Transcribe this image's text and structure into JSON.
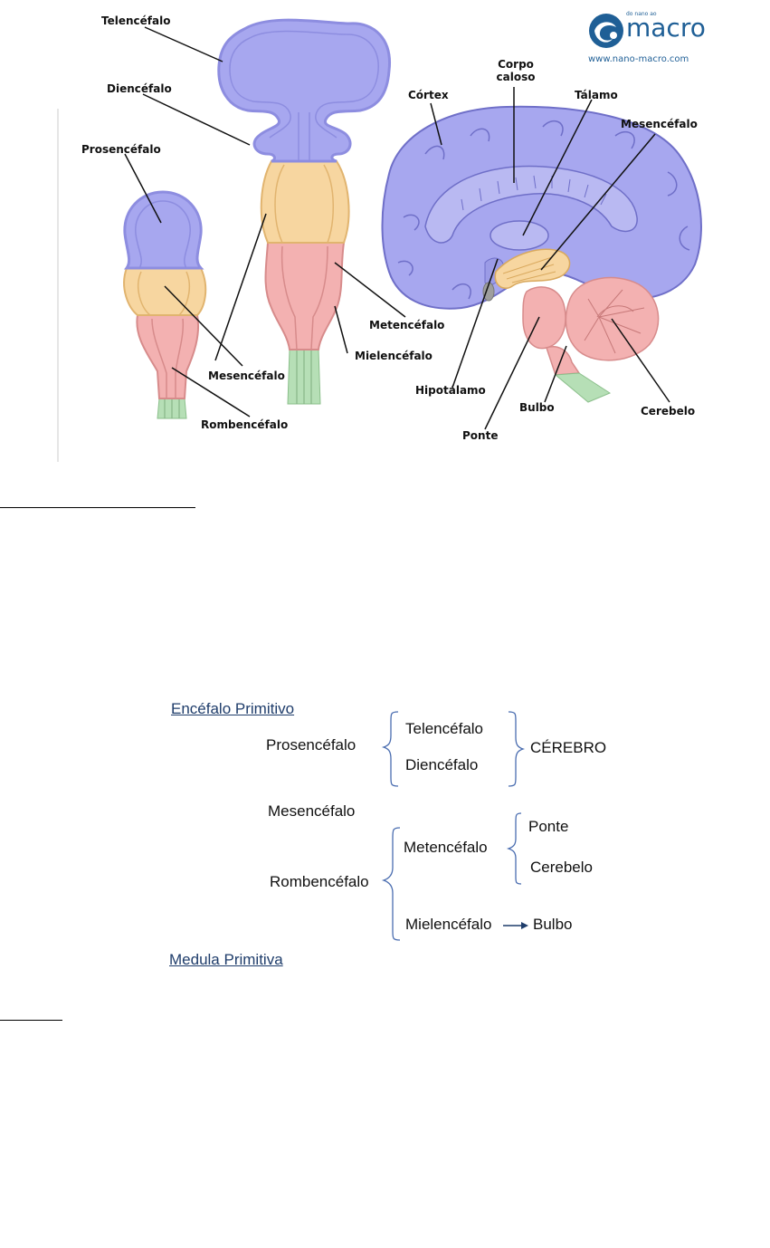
{
  "logo": {
    "brand": "macro",
    "url": "www.nano-macro.com",
    "tagline": "do nano ao"
  },
  "colors": {
    "prosencephalon": "#a7a7ef",
    "mesencephalon": "#f7d6a0",
    "rhombencephalon": "#f3b1b1",
    "spinal": "#b6dfb6",
    "outline": "#8d8de0",
    "heading": "#1f3d6b",
    "brace": "#4a6db0"
  },
  "diagram_labels": {
    "telencefalo": "Telencéfalo",
    "diencefalo": "Diencéfalo",
    "prosencefalo": "Prosencéfalo",
    "mesencefalo_left": "Mesencéfalo",
    "rombencefalo": "Rombencéfalo",
    "metencefalo": "Metencéfalo",
    "mielencefalo": "Mielencéfalo",
    "cortex": "Córtex",
    "corpo_caloso": "Corpo caloso",
    "talamo": "Tálamo",
    "mesencefalo_right": "Mesencéfalo",
    "hipotalamo": "Hipotálamo",
    "bulbo": "Bulbo",
    "ponte": "Ponte",
    "cerebelo": "Cerebelo"
  },
  "scheme": {
    "heading_top": "Encéfalo  Primitivo",
    "prosencefalo": "Prosencéfalo",
    "telencefalo": "Telencéfalo",
    "diencefalo": "Diencéfalo",
    "cerebro": "CÉREBRO",
    "mesencefalo": "Mesencéfalo",
    "rombencefalo": "Rombencéfalo",
    "metencefalo": "Metencéfalo",
    "ponte": "Ponte",
    "cerebelo": "Cerebelo",
    "mielencefalo": "Mielencéfalo",
    "bulbo": "Bulbo",
    "heading_bottom": "Medula Primitiva"
  }
}
